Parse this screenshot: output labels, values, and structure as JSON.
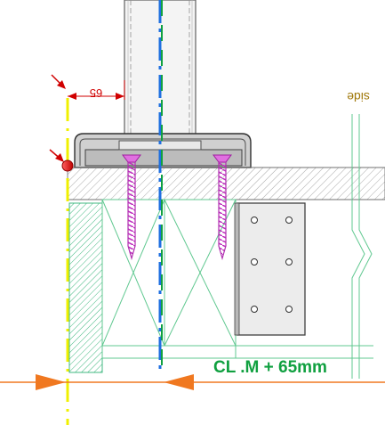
{
  "drawing": {
    "dimension_label": "65",
    "side_label": "side",
    "cl_label": "CL .M + 65mm",
    "colors": {
      "centerline_green": "#10a040",
      "centerline_blue": "#1e6fe0",
      "reference_yellow": "#f0f000",
      "dimension_red": "#d00000",
      "screw_magenta": "#d040d0",
      "arrow_orange": "#f07820",
      "timber_green": "#60c890",
      "hatch_gray": "#a0a0a0",
      "label_gold": "#a0780a"
    }
  }
}
